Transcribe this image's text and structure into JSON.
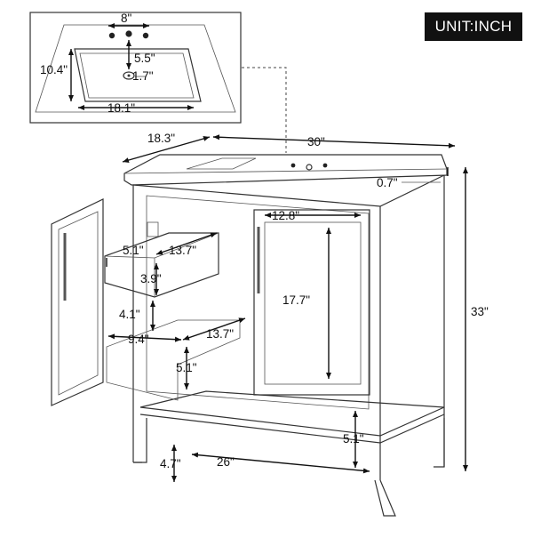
{
  "unit_label": "UNIT:INCH",
  "sink_inset": {
    "faucet_spread": "8\"",
    "basin_depth": "10.4\"",
    "drain_offset": "5.5\"",
    "drain_diameter": "1.7\"",
    "basin_width": "18.1\""
  },
  "vanity": {
    "depth": "18.3\"",
    "width": "30\"",
    "top_thickness": "0.7\"",
    "height": "33\"",
    "door_width": "12.8\"",
    "door_height": "17.7\"",
    "bottom_clearance": "5.1\"",
    "leg_height": "4.7\"",
    "shelf_width": "26\""
  },
  "drawer": {
    "front_depth": "5.1\"",
    "width": "13.7\"",
    "height": "3.9\"",
    "gap": "4.1\"",
    "inner_width": "9.4\"",
    "inner_depth": "13.7\"",
    "floor_gap": "5.1\""
  }
}
